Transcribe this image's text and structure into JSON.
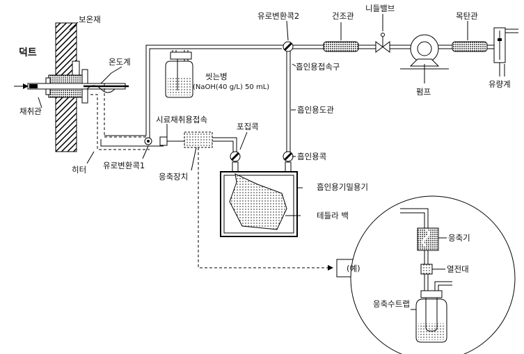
{
  "labels": {
    "duct": "덕트",
    "insulation": "보온재",
    "thermometer": "온도계",
    "sampling_tube": "채취관",
    "heater": "히터",
    "three_way_cock_1": "유로변환콕1",
    "sample_connector": "시료채취용접속",
    "condenser_unit": "응축장치",
    "collection_cock": "포집콕",
    "three_way_cock_2": "유로변환콕2",
    "suction_connector": "흡인용접속구",
    "suction_tube": "흡인용도관",
    "suction_cock": "흡인용콕",
    "suction_container": "흡인용기밀용기",
    "tedlar_bag": "테들라 백",
    "wash_bottle": "씻는병",
    "wash_bottle_solution": "(NaOH(40 g/L) 50 mL)",
    "drying_tube": "건조관",
    "needle_valve": "니들밸브",
    "pump": "펌프",
    "charcoal_tube": "목탄관",
    "flow_meter": "유량계",
    "example": "(예)",
    "condenser": "응축기",
    "heat_insulator": "열전대",
    "condensate_trap": "응축수트랩"
  },
  "colors": {
    "line": "#000000",
    "background": "#ffffff"
  }
}
